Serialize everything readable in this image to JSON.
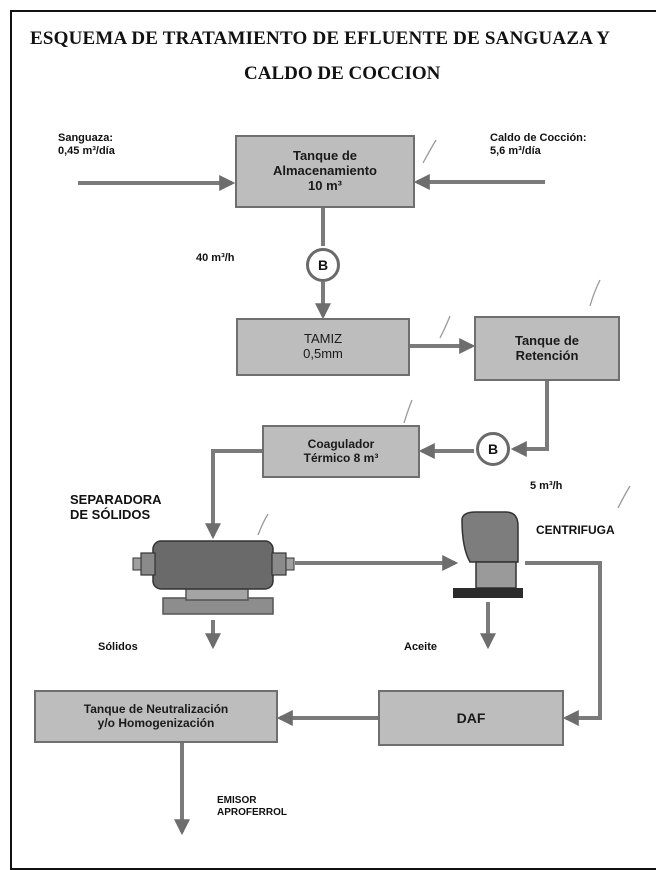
{
  "title": {
    "line1": "ESQUEMA DE TRATAMIENTO DE EFLUENTE DE SANGUAZA Y",
    "line2": "CALDO DE COCCION"
  },
  "inputs": {
    "sanguaza": {
      "name": "Sanguaza:",
      "flow": "0,45 m³/día"
    },
    "caldo": {
      "name": "Caldo de Cocción:",
      "flow": "5,6 m³/día"
    }
  },
  "boxes": {
    "almacenamiento": {
      "line1": "Tanque de",
      "line2": "Almacenamiento",
      "line3": "10 m³"
    },
    "tamiz": {
      "line1": "TAMIZ",
      "line2": "0,5mm"
    },
    "retencion": {
      "line1": "Tanque de",
      "line2": "Retención"
    },
    "coagulador": {
      "line1": "Coagulador",
      "line2": "Térmico 8 m³"
    },
    "daf": {
      "line1": "DAF"
    },
    "neutralizacion": {
      "line1": "Tanque de Neutralización",
      "line2": "y/o Homogenización"
    }
  },
  "pumps": {
    "pump1": "B",
    "pump2": "B"
  },
  "flows": {
    "flow1": "40 m³/h",
    "flow2": "5 m³/h"
  },
  "equipment": {
    "separadora": {
      "line1": "SEPARADORA",
      "line2": "DE SÓLIDOS"
    },
    "centrifuga": "CENTRIFUGA"
  },
  "outputs": {
    "solidos": "Sólidos",
    "aceite": "Aceite",
    "emisor": {
      "line1": "EMISOR",
      "line2": "APROFERROL"
    }
  },
  "colors": {
    "box_fill": "#bdbdbd",
    "line": "#7b7b7b"
  }
}
